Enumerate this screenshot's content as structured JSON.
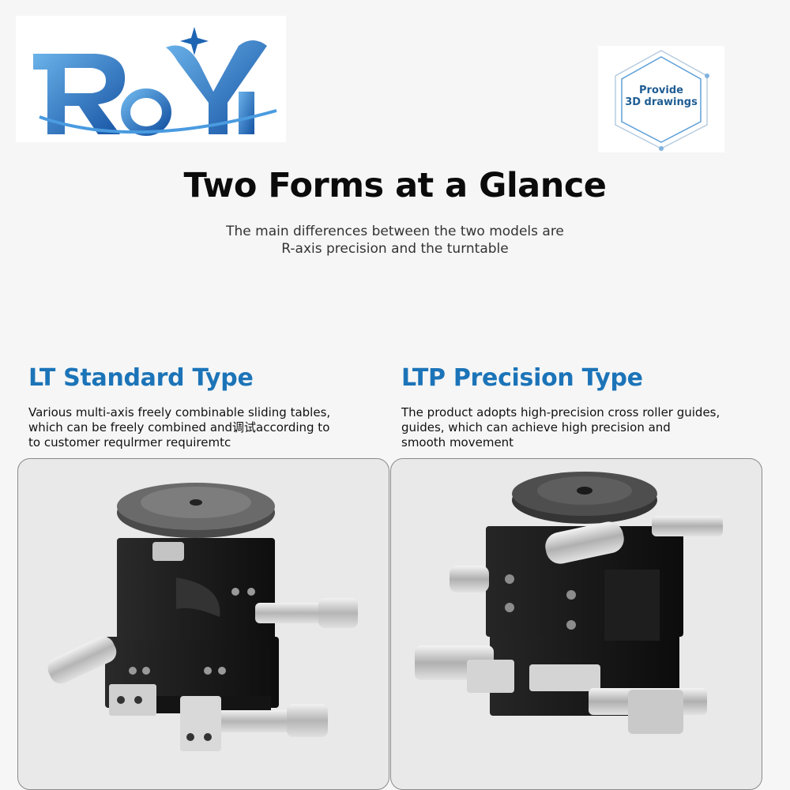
{
  "brand": {
    "logo_text": "RoYI"
  },
  "badge": {
    "text": "Provide\n3D drawings"
  },
  "header": {
    "title": "Two Forms at a Glance",
    "subtitle_lines": [
      "The main differences between the two models are",
      "R-axis precision and the turntable"
    ]
  },
  "columns": [
    {
      "heading": "LT Standard Type",
      "lines": [
        "Various multi-axis freely combinable sliding tables,",
        "which can be freely combined and调试according to",
        "to customer requlrmer requiremtc"
      ]
    },
    {
      "heading": "LTP Precision Type",
      "lines": [
        "The product adopts high-precision cross roller guides,",
        "guides, which can achieve high precision and",
        "smooth movement"
      ]
    }
  ],
  "colors": {
    "accent_blue": "#1c74b8",
    "logo_blue": "#1d64b3",
    "stage_black": "#1a1a1a",
    "micrometer_silver": "#c8c8c8"
  }
}
